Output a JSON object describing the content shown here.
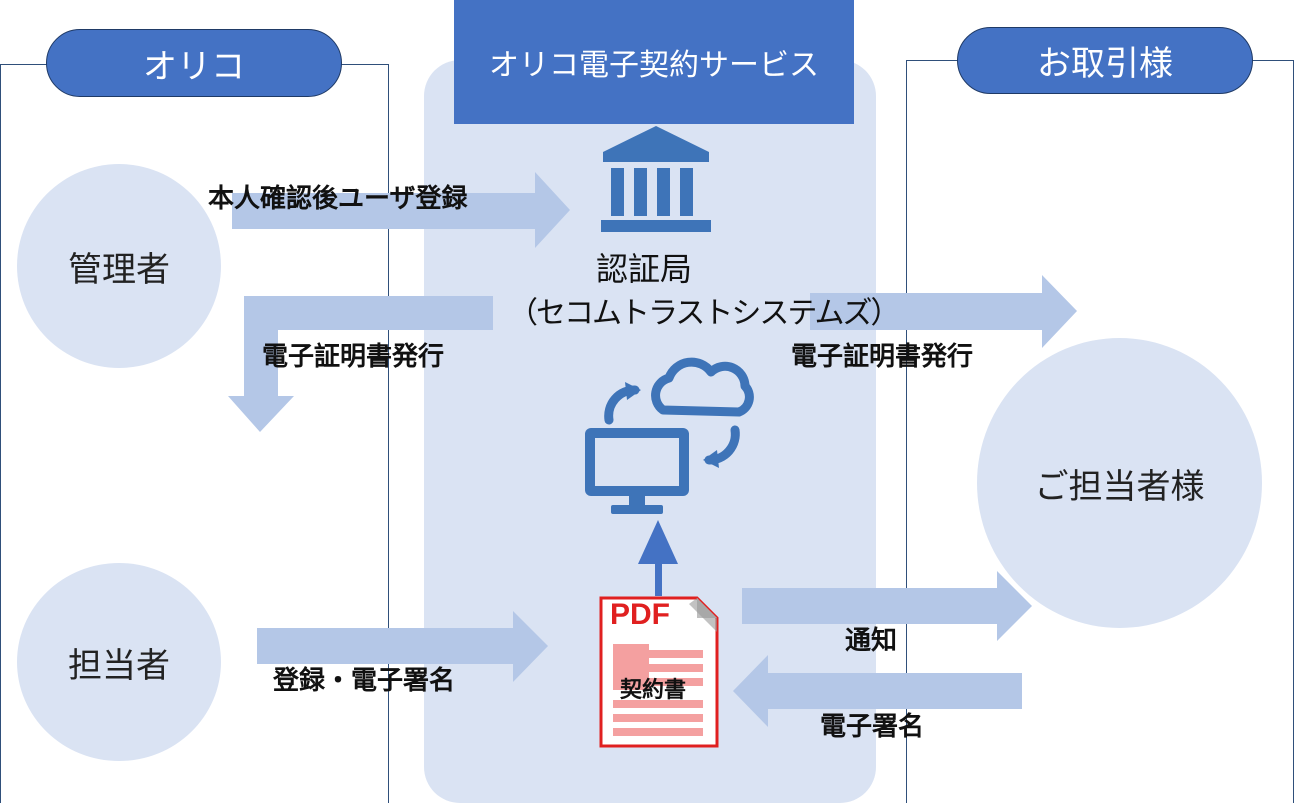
{
  "groups": {
    "orico": "オリコ",
    "service": "オリコ電子契約サービス",
    "client": "お取引様"
  },
  "actors": {
    "admin": "管理者",
    "staff": "担当者",
    "client_staff": "ご担当者様"
  },
  "authority": {
    "name": "認証局",
    "sub": "（セコムトラストシステムズ）"
  },
  "document": {
    "pdf_label": "PDF",
    "title": "契約書"
  },
  "flows": {
    "user_registration": "本人確認後ユーザ登録",
    "cert_issue_left": "電子証明書発行",
    "cert_issue_right": "電子証明書発行",
    "register_sign": "登録・電子署名",
    "notify": "通知",
    "client_sign": "電子署名"
  },
  "colors": {
    "accent": "#4472c4",
    "light_fill": "#dae3f3",
    "arrow": "#b4c7e7",
    "icon": "#3e74b8",
    "pdf_red": "#e02020"
  }
}
